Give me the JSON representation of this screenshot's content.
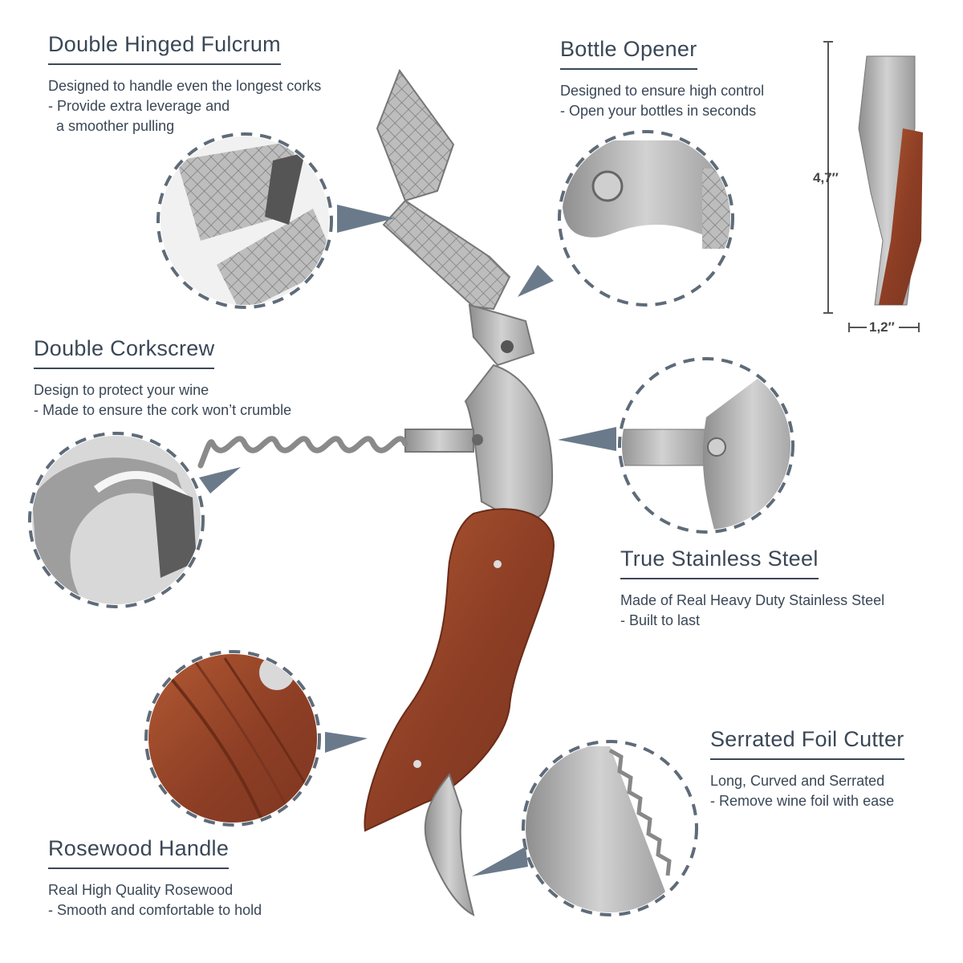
{
  "features": [
    {
      "id": "fulcrum",
      "title": "Double Hinged Fulcrum",
      "lines": [
        "Designed to handle even the longest corks",
        "- Provide extra leverage and",
        "  a smoother pulling"
      ]
    },
    {
      "id": "opener",
      "title": "Bottle Opener",
      "lines": [
        "Designed to ensure high control",
        "- Open your bottles in seconds"
      ]
    },
    {
      "id": "corkscrew",
      "title": "Double Corkscrew",
      "lines": [
        "Design to protect your wine",
        "- Made to ensure the cork won’t crumble"
      ]
    },
    {
      "id": "steel",
      "title": "True Stainless Steel",
      "lines": [
        "Made of Real Heavy Duty Stainless Steel",
        "- Built to last"
      ]
    },
    {
      "id": "cutter",
      "title": "Serrated Foil Cutter",
      "lines": [
        "Long, Curved and Serrated",
        "- Remove wine foil with ease"
      ]
    },
    {
      "id": "handle",
      "title": "Rosewood Handle",
      "lines": [
        "Real High Quality Rosewood",
        "- Smooth and comfortable to hold"
      ]
    }
  ],
  "dimensions": {
    "height": "4,7″",
    "width": "1,2″"
  },
  "colors": {
    "text": "#3a4756",
    "dash": "#5f6b78",
    "steel": "#b9b9b9",
    "wood": "#9a4a2e",
    "arrow": "#6b7a8a"
  }
}
